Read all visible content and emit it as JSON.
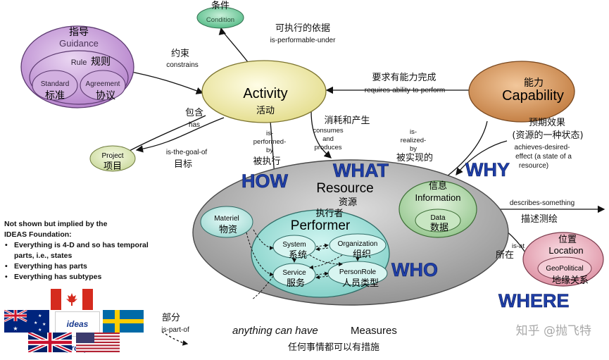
{
  "nodes": {
    "condition": {
      "en": "Condition",
      "cn": "条件"
    },
    "guidance": {
      "en": "Guidance",
      "cn": "指导"
    },
    "rule": {
      "en": "Rule",
      "cn": "规则"
    },
    "standard": {
      "en": "Standard",
      "cn": "标准"
    },
    "agreement": {
      "en": "Agreement",
      "cn": "协议"
    },
    "activity": {
      "en": "Activity",
      "cn": "活动"
    },
    "capability": {
      "en": "Capability",
      "cn": "能力"
    },
    "project": {
      "en": "Project",
      "cn": "项目"
    },
    "resource": {
      "en": "Resource",
      "cn": "资源"
    },
    "materiel": {
      "en": "Materiel",
      "cn": "物资"
    },
    "performer": {
      "en": "Performer",
      "cn": "执行者"
    },
    "system": {
      "en": "System",
      "cn": "系统"
    },
    "organization": {
      "en": "Organization",
      "cn": "组织"
    },
    "service": {
      "en": "Service",
      "cn": "服务"
    },
    "personrole": {
      "en": "PersonRole",
      "cn": "人员类型"
    },
    "information": {
      "en": "Information",
      "cn": "信息"
    },
    "data": {
      "en": "Data",
      "cn": "数据"
    },
    "location": {
      "en": "Location",
      "cn": "位置"
    },
    "geopolitical": {
      "en": "GeoPolitical",
      "cn": "地缘关系"
    }
  },
  "relations": {
    "is_performable_under": {
      "en": "is-performable-under",
      "cn": "可执行的依据"
    },
    "constrains": {
      "en": "constrains",
      "cn": "约束"
    },
    "requires_ability": {
      "en": "requires-ability-to-perform",
      "cn": "要求有能力完成"
    },
    "has": {
      "en": "has",
      "cn": "包含"
    },
    "consumes": {
      "en1": "consumes",
      "en2": "and",
      "en3": "produces",
      "cn": "消耗和产生"
    },
    "is_realized_by": {
      "en1": "is-",
      "en2": "realized-",
      "en3": "by",
      "cn": "被实现的"
    },
    "achieves": {
      "cn1": "预期效果",
      "cn2": "(资源的一种状态)",
      "en1": "achieves-desired-",
      "en2": "effect (a state of a",
      "en3": "resource)"
    },
    "is_goal_of": {
      "en": "is-the-goal-of",
      "cn": "目标"
    },
    "is_performed_by": {
      "en1": "is-",
      "en2": "performed-",
      "en3": "by",
      "cn": "被执行"
    },
    "describes": {
      "en": "describes-something",
      "cn": "描述测绘"
    },
    "is_at": {
      "en": "is-at",
      "cn": "所在"
    },
    "is_part_of": {
      "en": "is-part-of",
      "cn": "部分"
    }
  },
  "question_words": {
    "how": "HOW",
    "what": "WHAT",
    "why": "WHY",
    "who": "WHO",
    "where": "WHERE"
  },
  "notes": {
    "title1": "Not shown but implied by the",
    "title2": "IDEAS Foundation:",
    "items": [
      "Everything is 4-D and so has temporal parts, i.e., states",
      "Everything has parts",
      "Everything has subtypes"
    ]
  },
  "footer": {
    "measures_italic": "anything can have",
    "measures_word": "Measures",
    "measures_cn": "任何事情都可以有措施",
    "watermark": "知乎 @抛飞特",
    "ideas_logo": "ideas group"
  },
  "flags": [
    "canada-flag",
    "australia-flag",
    "sweden-flag",
    "uk-flag",
    "usa-flag"
  ],
  "colors": {
    "guidance_fill": "#c59ad6",
    "activity_fill": "#f6f2b8",
    "capability_fill": "#d8955a",
    "project_fill": "#e6efc4",
    "condition_fill": "#7fd6a6",
    "resource_fill": "#b5b5b5",
    "performer_fill": "#a8e6e0",
    "information_fill": "#b9ddb5",
    "location_fill": "#efb3c2",
    "question_blue": "#1f3fa8"
  }
}
